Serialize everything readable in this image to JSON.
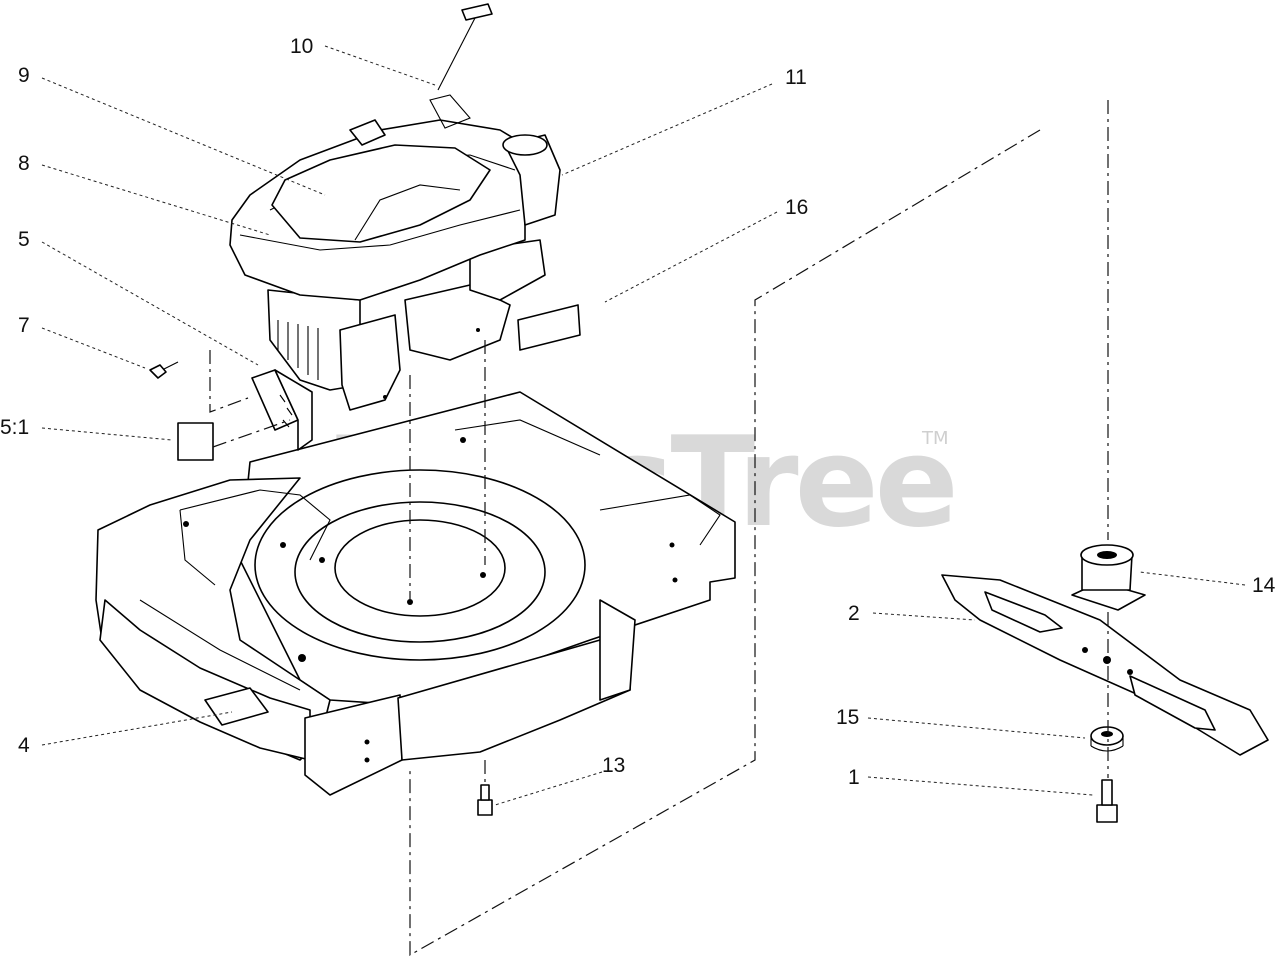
{
  "watermark": {
    "text": "PartsTree",
    "tm": "TM"
  },
  "callouts": [
    {
      "id": "c10",
      "label": "10"
    },
    {
      "id": "c9",
      "label": "9"
    },
    {
      "id": "c11",
      "label": "11"
    },
    {
      "id": "c8",
      "label": "8"
    },
    {
      "id": "c16",
      "label": "16"
    },
    {
      "id": "c5",
      "label": "5"
    },
    {
      "id": "c7",
      "label": "7"
    },
    {
      "id": "c51",
      "label": "5:1"
    },
    {
      "id": "c14",
      "label": "14"
    },
    {
      "id": "c2",
      "label": "2"
    },
    {
      "id": "c4",
      "label": "4"
    },
    {
      "id": "c15",
      "label": "15"
    },
    {
      "id": "c13",
      "label": "13"
    },
    {
      "id": "c1",
      "label": "1"
    }
  ]
}
